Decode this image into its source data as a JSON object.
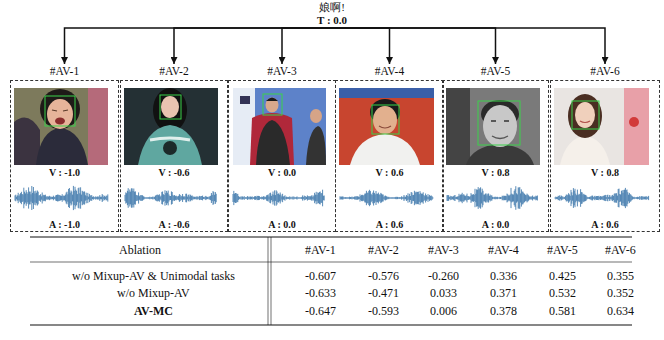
{
  "diagram": {
    "nodes": [
      {
        "text": [
          "娘啊!",
          "T : 0.0"
        ]
      },
      {
        "text": [
          "#AV-1",
          "V : -1.0",
          "A : -1.0"
        ]
      },
      {
        "text": [
          "#AV-2",
          "V : -0.6",
          "A : -0.6"
        ]
      },
      {
        "text": [
          "#AV-3",
          "V : 0.0",
          "A : 0.0"
        ]
      },
      {
        "text": [
          "#AV-4",
          "V : 0.6",
          "A : 0.6"
        ]
      },
      {
        "text": [
          "#AV-5",
          "V : 0.8",
          "A : 0.0"
        ]
      },
      {
        "text": [
          "#AV-6",
          "V : 0.8",
          "A : 0.6"
        ]
      }
    ],
    "edges": [
      {
        "from": 0,
        "to": 1,
        "arrow": "to"
      },
      {
        "from": 0,
        "to": 2,
        "arrow": "to"
      },
      {
        "from": 0,
        "to": 3,
        "arrow": "to"
      },
      {
        "from": 0,
        "to": 4,
        "arrow": "to"
      },
      {
        "from": 0,
        "to": 5,
        "arrow": "to"
      },
      {
        "from": 0,
        "to": 6,
        "arrow": "to"
      }
    ],
    "labels": [
      "Ablation",
      "#AV-1",
      "#AV-2",
      "#AV-3",
      "#AV-4",
      "#AV-5",
      "#AV-6",
      "w/o Mixup-AV & Unimodal tasks",
      "-0.607",
      "-0.576",
      "-0.260",
      "0.336",
      "0.425",
      "0.355",
      "w/o Mixup-AV",
      "-0.633",
      "-0.471",
      "0.033",
      "0.371",
      "0.532",
      "0.352",
      "AV-MC",
      "-0.647",
      "-0.593",
      "0.006",
      "0.378",
      "0.581",
      "0.634"
    ]
  }
}
